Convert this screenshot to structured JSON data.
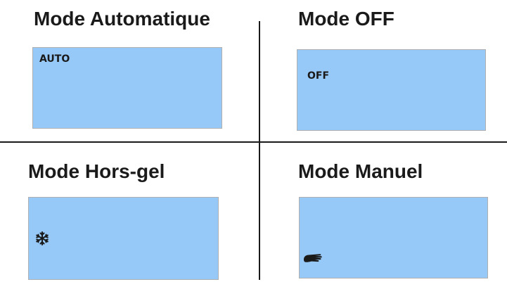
{
  "panels": {
    "auto": {
      "title": "Mode Automatique",
      "display": "AUTO"
    },
    "off": {
      "title": "Mode OFF",
      "display": "OFF"
    },
    "frost": {
      "title": "Mode Hors-gel",
      "icon": "snowflake-icon"
    },
    "manual": {
      "title": "Mode Manuel",
      "icon": "hand-icon"
    }
  },
  "colors": {
    "screen": "#97c9f8",
    "text": "#1a1a1a",
    "divider": "#1a1a1a"
  }
}
